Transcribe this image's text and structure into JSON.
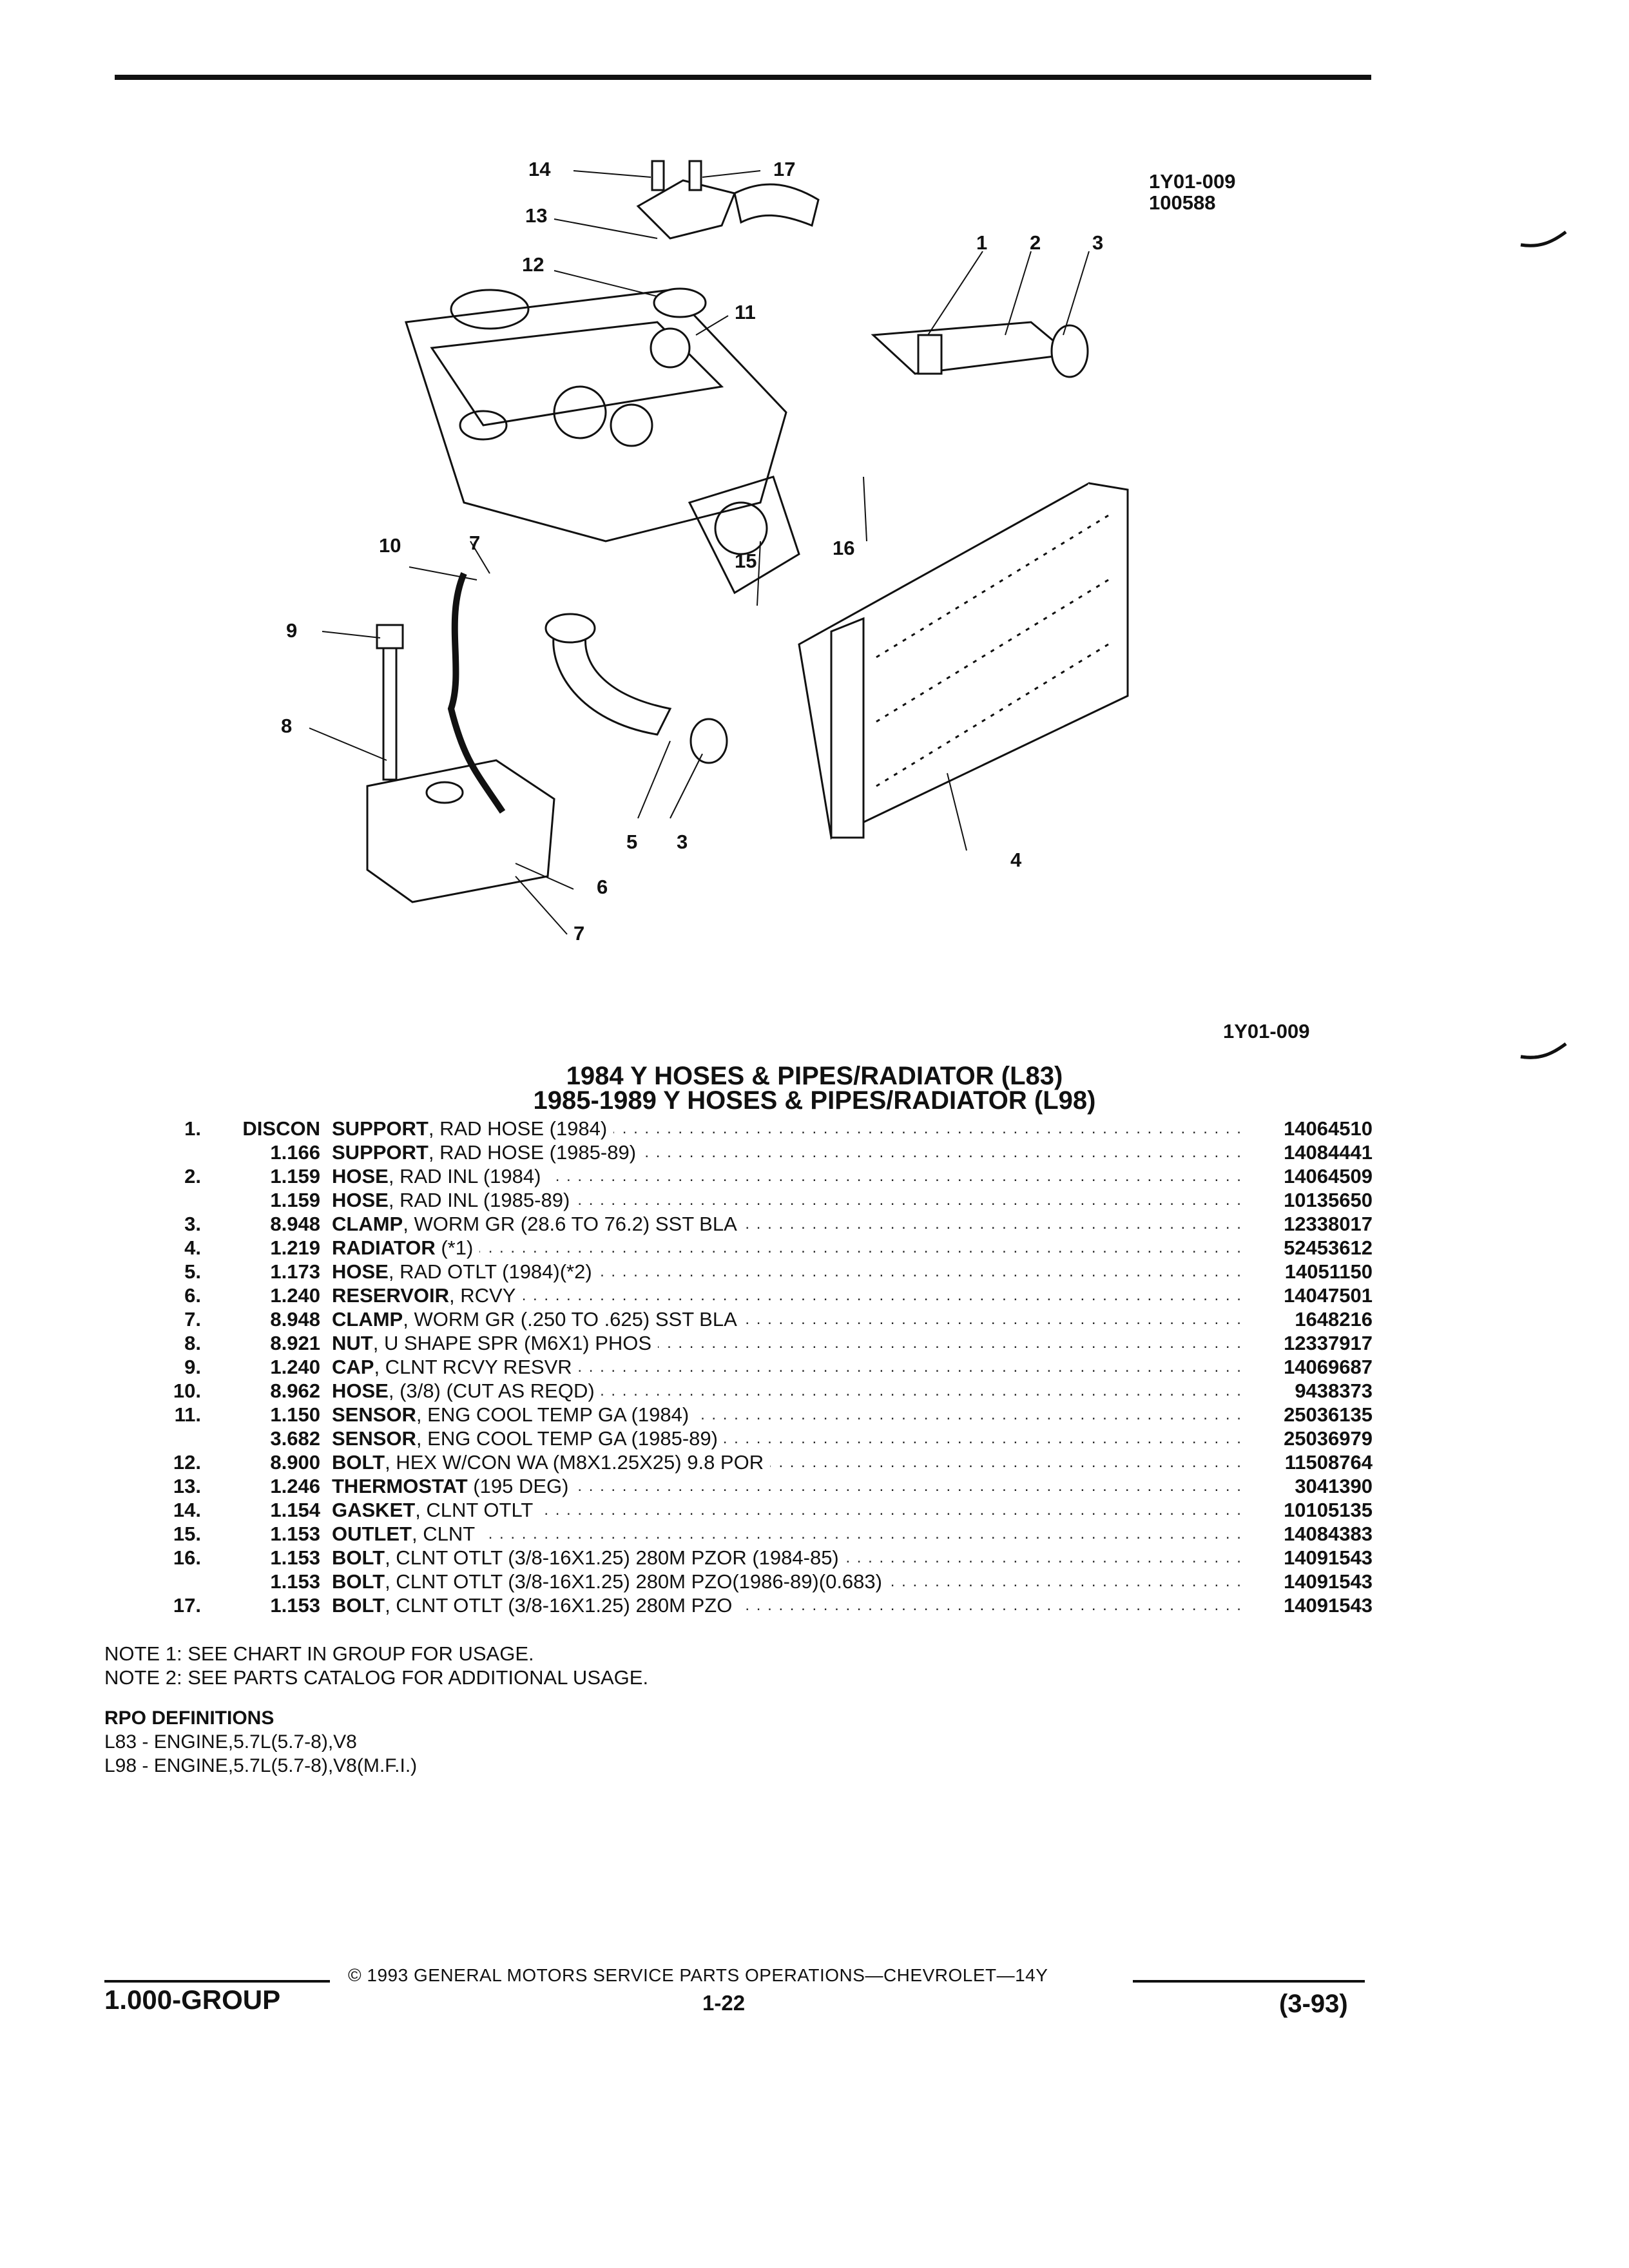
{
  "figure": {
    "id": "1Y01-009",
    "date_code": "100588",
    "id_below": "1Y01-009",
    "callouts": [
      "1",
      "2",
      "3",
      "3",
      "4",
      "5",
      "6",
      "7",
      "7",
      "8",
      "9",
      "10",
      "11",
      "12",
      "13",
      "14",
      "15",
      "16",
      "17"
    ]
  },
  "titles": {
    "line1": "1984 Y HOSES & PIPES/RADIATOR (L83)",
    "line2": "1985-1989 Y HOSES & PIPES/RADIATOR (L98)"
  },
  "parts": [
    {
      "num": "1.",
      "code": "DISCON",
      "name": "SUPPORT",
      "desc": ", RAD HOSE (1984)",
      "part": "14064510"
    },
    {
      "num": "",
      "code": "1.166",
      "name": "SUPPORT",
      "desc": ", RAD HOSE (1985-89)",
      "part": "14084441"
    },
    {
      "num": "2.",
      "code": "1.159",
      "name": "HOSE",
      "desc": ", RAD INL (1984)",
      "part": "14064509"
    },
    {
      "num": "",
      "code": "1.159",
      "name": "HOSE",
      "desc": ", RAD INL (1985-89)",
      "part": "10135650"
    },
    {
      "num": "3.",
      "code": "8.948",
      "name": "CLAMP",
      "desc": ", WORM GR (28.6 TO 76.2) SST BLA",
      "part": "12338017"
    },
    {
      "num": "4.",
      "code": "1.219",
      "name": "RADIATOR",
      "desc": " (*1)",
      "part": "52453612"
    },
    {
      "num": "5.",
      "code": "1.173",
      "name": "HOSE",
      "desc": ", RAD OTLT (1984)(*2)",
      "part": "14051150"
    },
    {
      "num": "6.",
      "code": "1.240",
      "name": "RESERVOIR",
      "desc": ", RCVY",
      "part": "14047501"
    },
    {
      "num": "7.",
      "code": "8.948",
      "name": "CLAMP",
      "desc": ", WORM GR (.250 TO .625) SST BLA",
      "part": "1648216"
    },
    {
      "num": "8.",
      "code": "8.921",
      "name": "NUT",
      "desc": ", U SHAPE SPR (M6X1) PHOS",
      "part": "12337917"
    },
    {
      "num": "9.",
      "code": "1.240",
      "name": "CAP",
      "desc": ", CLNT RCVY RESVR",
      "part": "14069687"
    },
    {
      "num": "10.",
      "code": "8.962",
      "name": "HOSE",
      "desc": ", (3/8) (CUT AS REQD)",
      "part": "9438373"
    },
    {
      "num": "11.",
      "code": "1.150",
      "name": "SENSOR",
      "desc": ", ENG COOL TEMP GA (1984)",
      "part": "25036135"
    },
    {
      "num": "",
      "code": "3.682",
      "name": "SENSOR",
      "desc": ", ENG COOL TEMP GA (1985-89)",
      "part": "25036979"
    },
    {
      "num": "12.",
      "code": "8.900",
      "name": "BOLT",
      "desc": ", HEX W/CON WA (M8X1.25X25) 9.8 POR",
      "part": "11508764"
    },
    {
      "num": "13.",
      "code": "1.246",
      "name": "THERMOSTAT",
      "desc": " (195 DEG)",
      "part": "3041390"
    },
    {
      "num": "14.",
      "code": "1.154",
      "name": "GASKET",
      "desc": ", CLNT OTLT",
      "part": "10105135"
    },
    {
      "num": "15.",
      "code": "1.153",
      "name": "OUTLET",
      "desc": ", CLNT",
      "part": "14084383"
    },
    {
      "num": "16.",
      "code": "1.153",
      "name": "BOLT",
      "desc": ", CLNT OTLT (3/8-16X1.25) 280M PZOR (1984-85)",
      "part": "14091543"
    },
    {
      "num": "",
      "code": "1.153",
      "name": "BOLT",
      "desc": ", CLNT OTLT (3/8-16X1.25) 280M PZO(1986-89)(0.683)",
      "part": "14091543"
    },
    {
      "num": "17.",
      "code": "1.153",
      "name": "BOLT",
      "desc": ", CLNT OTLT (3/8-16X1.25) 280M PZO",
      "part": "14091543"
    }
  ],
  "notes": [
    "NOTE  1:  SEE CHART IN GROUP FOR USAGE.",
    "NOTE  2:  SEE PARTS CATALOG FOR ADDITIONAL USAGE."
  ],
  "rpo": {
    "heading": "RPO DEFINITIONS",
    "items": [
      "L83 - ENGINE,5.7L(5.7-8),V8",
      "L98 - ENGINE,5.7L(5.7-8),V8(M.F.I.)"
    ]
  },
  "footer": {
    "copyright": "© 1993  GENERAL MOTORS SERVICE PARTS OPERATIONS—CHEVROLET—14Y",
    "group": "1.000-GROUP",
    "page": "1-22",
    "revision": "(3-93)"
  }
}
